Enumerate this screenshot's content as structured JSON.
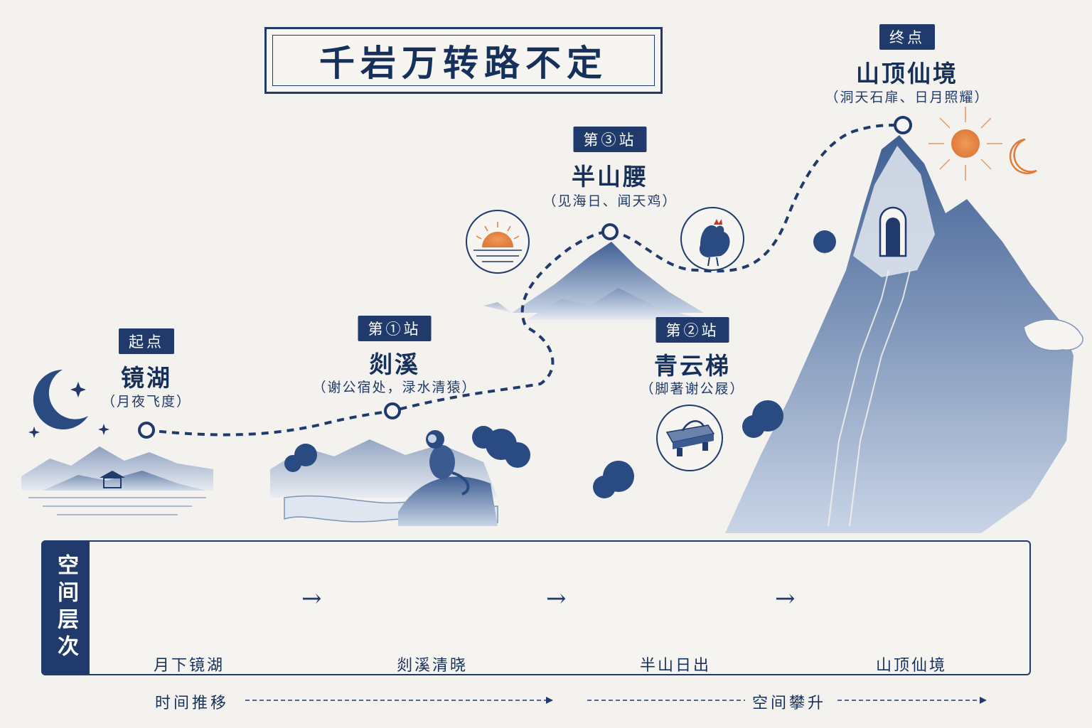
{
  "title": "千岩万转路不定",
  "stations": [
    {
      "badge": "起点",
      "name": "镜湖",
      "subtitle": "（月夜飞度）"
    },
    {
      "badge": "第①站",
      "name": "剡溪",
      "subtitle": "（谢公宿处，渌水清猿）"
    },
    {
      "badge": "第②站",
      "name": "青云梯",
      "subtitle": "（脚著谢公屐）"
    },
    {
      "badge": "第③站",
      "name": "半山腰",
      "subtitle": "（见海日、闻天鸡）"
    },
    {
      "badge": "终点",
      "name": "山顶仙境",
      "subtitle": "（洞天石扉、日月照耀）"
    }
  ],
  "panel": {
    "label": "空间层次",
    "stages": [
      "月下镜湖",
      "剡溪清晓",
      "半山日出",
      "山顶仙境"
    ]
  },
  "timeline": {
    "left_label": "时间推移",
    "right_label": "空间攀升"
  },
  "colors": {
    "ink": "#1f3a6b",
    "accent": "#e07b39",
    "paper": "#f4f2ee"
  },
  "icons": [
    "moon-icon",
    "star-icon",
    "pavilion-icon",
    "monkey-icon",
    "sun-over-sea-icon",
    "rooster-icon",
    "clog-icon",
    "sun-icon",
    "crescent-icon",
    "stone-gate-icon"
  ]
}
